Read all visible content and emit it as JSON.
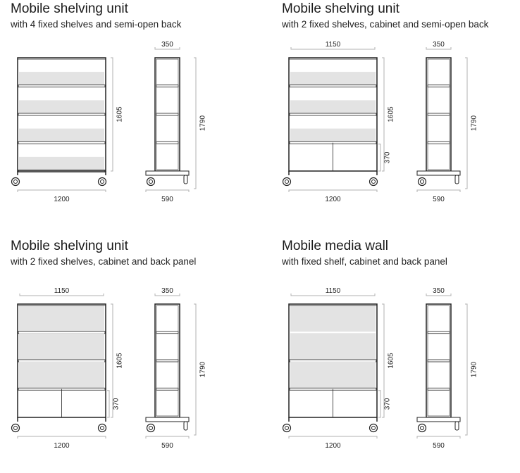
{
  "panels": [
    {
      "title": "Mobile shelving unit",
      "subtitle": "with 4 fixed shelves and semi-open back",
      "variant": "open4",
      "front_top_dim": null,
      "front_height_dim": "1605",
      "front_width_dim": "1200",
      "cabinet_dim": null,
      "side_depth_top": "350",
      "side_height_dim": "1790",
      "side_depth_bottom": "590"
    },
    {
      "title": "Mobile shelving unit",
      "subtitle": "with 2 fixed shelves, cabinet and semi-open back",
      "variant": "cab_open",
      "front_top_dim": "1150",
      "front_height_dim": "1605",
      "front_width_dim": "1200",
      "cabinet_dim": "370",
      "side_depth_top": "350",
      "side_height_dim": "1790",
      "side_depth_bottom": "590"
    },
    {
      "title": "Mobile shelving unit",
      "subtitle": "with 2 fixed shelves, cabinet and back panel",
      "variant": "cab_panel",
      "front_top_dim": "1150",
      "front_height_dim": "1605",
      "front_width_dim": "1200",
      "cabinet_dim": "370",
      "side_depth_top": "350",
      "side_height_dim": "1790",
      "side_depth_bottom": "590"
    },
    {
      "title": "Mobile media wall",
      "subtitle": "with fixed shelf, cabinet and back panel",
      "variant": "media",
      "front_top_dim": "1150",
      "front_height_dim": "1605",
      "front_width_dim": "1200",
      "cabinet_dim": "370",
      "side_depth_top": "350",
      "side_height_dim": "1790",
      "side_depth_bottom": "590"
    }
  ],
  "colors": {
    "panel_fill": "#e3e3e3",
    "line": "#222222",
    "dim": "#b0b0b0"
  }
}
